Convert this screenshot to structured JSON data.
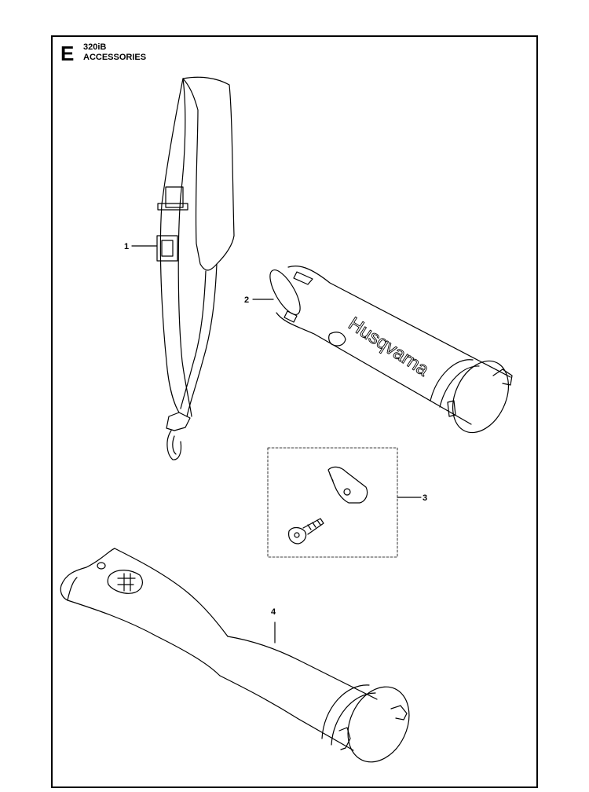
{
  "header": {
    "section_letter": "E",
    "model": "320iB",
    "title": "ACCESSORIES"
  },
  "callouts": [
    "1",
    "2",
    "3",
    "4"
  ],
  "parts": [
    {
      "number": "1",
      "icon": "harness-strap"
    },
    {
      "number": "2",
      "icon": "blower-tube"
    },
    {
      "number": "3",
      "icon": "bracket-screw-kit"
    },
    {
      "number": "4",
      "icon": "flat-nozzle"
    }
  ],
  "brand_mark": "Husqvarna"
}
